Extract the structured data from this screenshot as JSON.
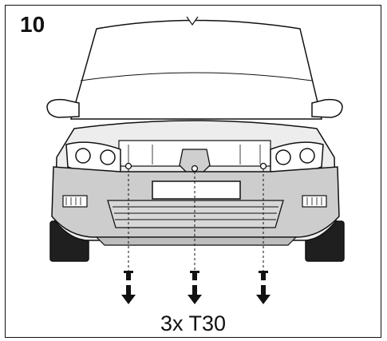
{
  "step_number": "10",
  "caption": "3x T30",
  "colors": {
    "line": "#111111",
    "bumper_fill": "#cdcdcd",
    "tire_fill": "#1f1f1f",
    "grille_fill": "#d8d8d8"
  },
  "illustration": {
    "subject": "car-front-view",
    "screw_count": 3,
    "tool": "T30"
  }
}
